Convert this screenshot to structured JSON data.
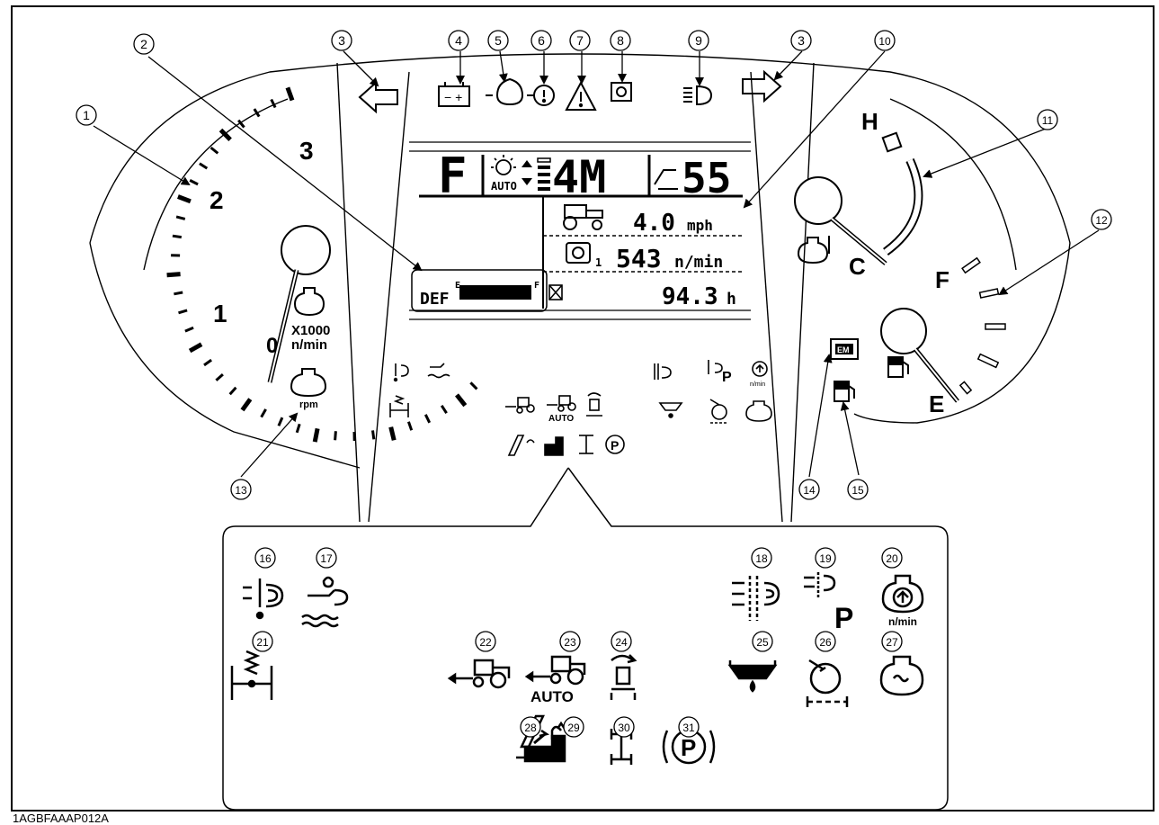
{
  "caption": "1AGBFAAAP012A",
  "tachometer": {
    "ticks": [
      "1",
      "2",
      "3"
    ],
    "unit_line1": "X1000",
    "unit_line2": "n/min",
    "rpm_label": "rpm",
    "zero_label": "0"
  },
  "temp_gauge": {
    "hot_label": "H",
    "cold_label": "C"
  },
  "fuel_gauge": {
    "full_label": "F",
    "empty_label": "E"
  },
  "lcd": {
    "shift_letter": "F",
    "auto_label": "AUTO",
    "gear": "4M",
    "gear_value": "55",
    "speed_value": "4.0",
    "speed_unit": "mph",
    "engine_value": "543",
    "engine_unit": "n/min",
    "engine_sub": "1",
    "hours_value": "94.3",
    "hours_unit": "h",
    "def_label": "DEF",
    "def_e": "E",
    "def_f": "F"
  },
  "indicator_labels": {
    "auto": "AUTO",
    "n_min": "n/min",
    "p": "P"
  },
  "callouts": [
    "1",
    "2",
    "3",
    "3",
    "4",
    "5",
    "6",
    "7",
    "8",
    "9",
    "10",
    "11",
    "12",
    "13",
    "14",
    "15",
    "16",
    "17",
    "18",
    "19",
    "20",
    "21",
    "22",
    "23",
    "24",
    "25",
    "26",
    "27",
    "28",
    "29",
    "30",
    "31"
  ],
  "em_label": "EM"
}
